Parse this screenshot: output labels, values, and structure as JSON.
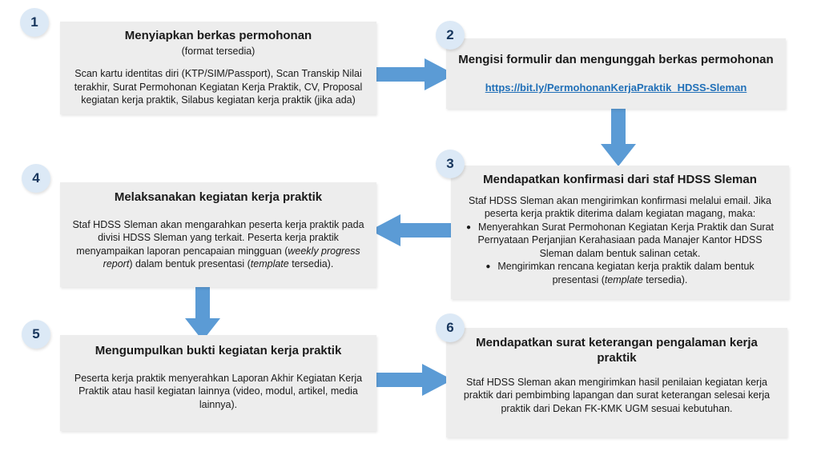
{
  "colors": {
    "arrow_blue": "#5B9BD5",
    "circle_fill": "#DCE9F6",
    "circle_number": "#17365D",
    "box_fill": "#EDEDED",
    "link_blue": "#2170B8"
  },
  "flow": {
    "steps": [
      {
        "number": "1",
        "title": "Menyiapkan berkas permohonan",
        "subtitle": "(format tersedia)",
        "body": [
          {
            "text": "Scan kartu identitas diri (KTP/SIM/Passport), Scan Transkip Nilai terakhir, Surat Permohonan Kegiatan Kerja Praktik, CV, Proposal kegiatan kerja praktik, Silabus kegiatan kerja praktik (jika ada)"
          }
        ]
      },
      {
        "number": "2",
        "title": "Mengisi formulir dan mengunggah berkas permohonan",
        "link": "https://bit.ly/PermohonanKerjaPraktik_HDSS-Sleman"
      },
      {
        "number": "3",
        "title": "Mendapatkan konfirmasi dari staf HDSS Sleman",
        "body": [
          {
            "text": "Staf HDSS Sleman akan mengirimkan konfirmasi melalui email. Jika peserta kerja praktik diterima dalam kegiatan magang, maka:"
          }
        ],
        "bullet_char": "●",
        "bullets": [
          [
            {
              "text": "Menyerahkan Surat Permohonan Kegiatan Kerja Praktik dan Surat Pernyataan Perjanjian Kerahasiaan pada Manajer Kantor HDSS Sleman dalam bentuk salinan cetak."
            }
          ],
          [
            {
              "text": "Mengirimkan rencana kegiatan kerja praktik dalam bentuk presentasi ("
            },
            {
              "text": "template",
              "italic": true
            },
            {
              "text": " tersedia)."
            }
          ]
        ]
      },
      {
        "number": "4",
        "title": "Melaksanakan kegiatan kerja praktik",
        "body": [
          {
            "text": "Staf HDSS Sleman akan mengarahkan peserta kerja praktik pada divisi HDSS Sleman yang terkait. Peserta kerja praktik menyampaikan laporan pencapaian mingguan ("
          },
          {
            "text": "weekly progress report",
            "italic": true
          },
          {
            "text": ") dalam bentuk presentasi ("
          },
          {
            "text": "template",
            "italic": true
          },
          {
            "text": " tersedia)."
          }
        ]
      },
      {
        "number": "5",
        "title": "Mengumpulkan bukti kegiatan kerja praktik",
        "body": [
          {
            "text": "Peserta kerja praktik menyerahkan Laporan Akhir Kegiatan Kerja Praktik atau hasil kegiatan lainnya (video, modul, artikel, media lainnya)."
          }
        ]
      },
      {
        "number": "6",
        "title": "Mendapatkan surat keterangan pengalaman kerja praktik",
        "body": [
          {
            "text": "Staf HDSS Sleman akan mengirimkan hasil penilaian kegiatan kerja praktik dari pembimbing lapangan dan surat keterangan selesai kerja praktik dari Dekan FK-KMK UGM sesuai kebutuhan."
          }
        ]
      }
    ]
  }
}
